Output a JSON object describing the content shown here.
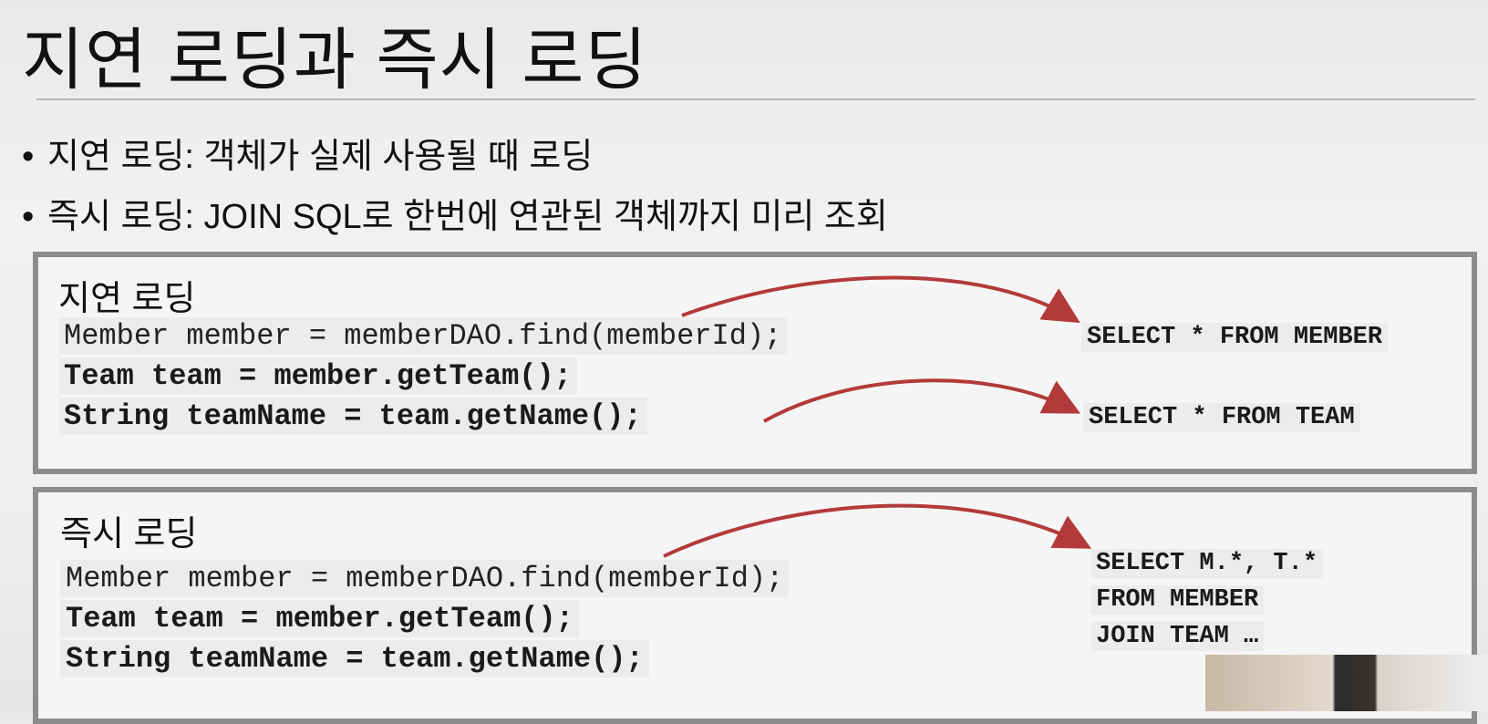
{
  "slide": {
    "title": "지연 로딩과 즉시 로딩",
    "bullets": [
      "지연 로딩: 객체가 실제 사용될 때 로딩",
      "즉시 로딩: JOIN SQL로 한번에 연관된 객체까지 미리 조회"
    ],
    "bullet_symbol": "•"
  },
  "lazy": {
    "title": "지연 로딩",
    "code": [
      "Member member = memberDAO.find(memberId);",
      "Team team = member.getTeam();",
      "String teamName = team.getName();"
    ],
    "sql": [
      "SELECT * FROM MEMBER",
      "SELECT * FROM TEAM"
    ]
  },
  "eager": {
    "title": "즉시 로딩",
    "code": [
      "Member member = memberDAO.find(memberId);",
      "Team team = member.getTeam();",
      "String teamName = team.getName();"
    ],
    "sql": [
      "SELECT M.*, T.*",
      "FROM MEMBER",
      "JOIN TEAM …"
    ]
  },
  "colors": {
    "arrow": "#b33a3a",
    "box_border": "#8c8c8c"
  }
}
